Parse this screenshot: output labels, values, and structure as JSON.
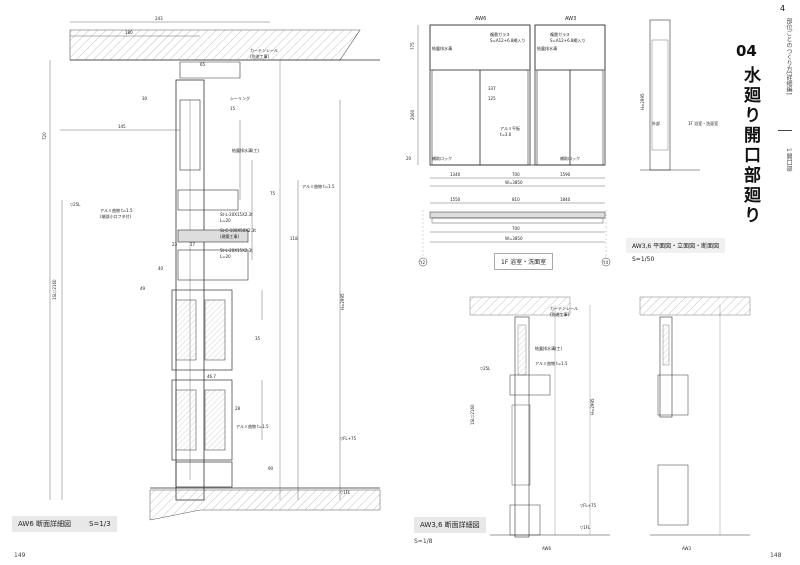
{
  "left_page": {
    "page_number": "149",
    "caption": {
      "title": "AW6 断面詳細図",
      "scale": "S=1/3"
    },
    "labels": {
      "curtain_rail": "カーテンレール",
      "separate_work": "(別途工事)",
      "sealing": "シーリング",
      "condensation_gutter": "結露排水溝(工)",
      "al_bend": "アルミ曲物 t=1.5",
      "al_bend2": "アルミ曲物 t=1.5",
      "al_bend3": "アルミ曲物 t=1.5",
      "al_plate_note": "(端部小口フタ付)",
      "st_l": "St-L-20X15X2.3t",
      "l20": "L=20",
      "st_c": "St-C-100X50X2.3t",
      "building_work": "(建築工事)",
      "st_l2": "St-L-20X15X2.3t",
      "l20b": "L=20",
      "fl_25": "▽25L",
      "fl_75": "▽FL+75",
      "fl": "▽1FL",
      "sl": "1SL▽2160",
      "h2995": "H=2995"
    },
    "dims": [
      "243",
      "180",
      "720",
      "145",
      "65",
      "30",
      "15",
      "23",
      "17",
      "75",
      "118",
      "40",
      "49",
      "46.7",
      "28",
      "35",
      "90"
    ]
  },
  "right_page": {
    "page_number": "148",
    "chapter": "4",
    "side_section": "部位ごとのつくり方[詳細編]",
    "side_sub": "1 開口部",
    "chapter_label": "04",
    "chapter_title": "水廻り開口部廻り",
    "elevation": {
      "aw6": "AW6",
      "aw3": "AW3",
      "glass1": "複層ガラス",
      "glass1_spec": "S=A12+6.8網入り",
      "glass2": "複層ガラス",
      "glass2_spec": "S=A12+6.8網入り",
      "drain": "結露排水溝",
      "drain2": "結露排水溝",
      "al_plate": "アルミ平板",
      "al_plate_t": "t=3.0",
      "lock": "補助ロック",
      "lock2": "補助ロック",
      "outside": "外部",
      "bath": "1F 浴室・洗面室",
      "w3850": "W=3850",
      "w3850b": "W=3850",
      "h2995": "H=2995",
      "dims": [
        "775",
        "2060",
        "1340",
        "700",
        "1590",
        "1550",
        "810",
        "1840",
        "337",
        "125",
        "700",
        "20"
      ],
      "grid_y2": "Y2",
      "grid_y4": "Y4"
    },
    "caption_plan": "AW3,6 平面図・立面図・断面図",
    "scale_plan": "S=1/50",
    "caption_section": {
      "title": "AW3,6 断面詳細図",
      "scale": "S=1/8"
    },
    "section_labels": {
      "curtain": "カーテンレール",
      "separate": "(別途工事)",
      "drain": "結露排水溝(工)",
      "al_bend": "アルミ曲物 t=1.5",
      "fl25": "▽25L",
      "fl75": "▽FL+75",
      "fl": "▽1FL",
      "sl": "1SL▽2160",
      "h": "H=2995",
      "aw6": "AW6",
      "aw3": "AW3"
    }
  }
}
